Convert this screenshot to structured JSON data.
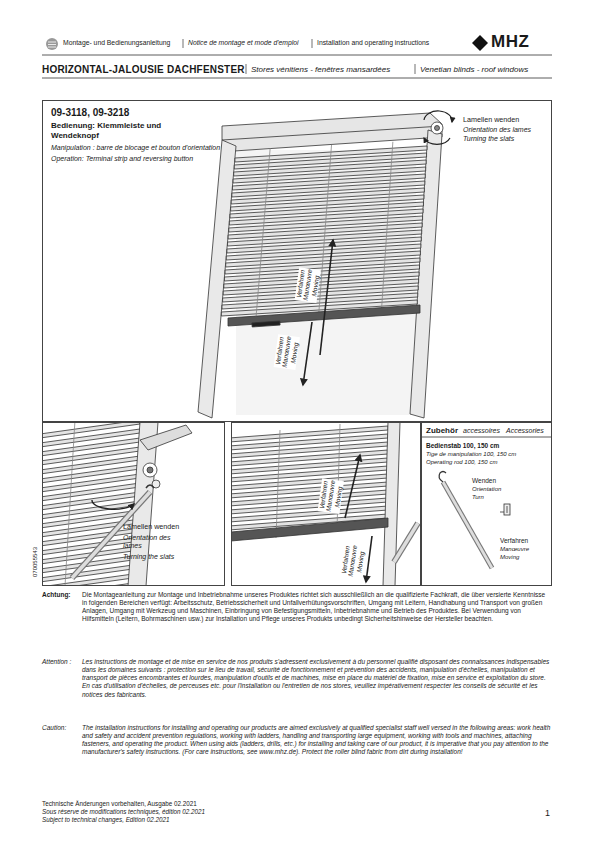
{
  "diagram": {
    "title": "HORIZONTAL-JALOUSIE DACHFENSTER",
    "nodes": [
      {
        "text": [
          "09-3118, 09-3218",
          "Bedienung: Klemmleiste und Wendeknopf",
          "Manipulation : barre de blocage et bouton d'orientation",
          "Operation: Terminal strip and reversing button"
        ]
      },
      {
        "text": [
          "Lamellen wenden",
          "Orientation des lames",
          "Turning the slats"
        ]
      },
      {
        "text": [
          "Verfahren Manœuvre Moving",
          "Verfahren Manœuvre Moving"
        ]
      },
      {
        "text": [
          "Zubehör",
          "accessoires",
          "Accessories",
          "Bedienstab 100, 150 cm",
          "Tige de manipulation 100, 150 cm",
          "Operating rod 100, 150 cm",
          "Wenden",
          "Orientation",
          "Turn",
          "Verfahren",
          "Manœuvre",
          "Moving"
        ]
      }
    ],
    "labels": [
      "Montage- und Bedienungsanleitung",
      "Notice de montage et mode d'emploi",
      "Installation and operating instructions",
      "MHZ",
      "Stores vénitiens - fenêtres mansardées",
      "Venetian blinds - roof windows",
      "Lamellen wenden",
      "Orientation des lames",
      "Turning the slats",
      "Verfahren Manœuvre Moving",
      "Verfahren Manœuvre Moving",
      "070055543",
      "Achtung:",
      "Die Montageanleitung zur Montage und Inbetriebnahme unseres Produktes richtet sich ausschließlich an die qualifizierte Fachkraft, die über versierte Kenntnisse in folgenden Bereichen verfügt: Arbeitsschutz, Betriebssicherheit und Unfallverhütungsvorschriften, Umgang mit Leitern, Handhabung und Transport von großen Anlagen, Umgang mit Werkzeug und Maschinen, Einbringung von Befestigungsmitteln, Inbetriebnahme und Betrieb des Produktes. Bei Verwendung von Hilfsmitteln (Leitern, Bohrmaschinen usw.) zur Installation und Pflege unseres Produkts unbedingt Sicherheitshinweise der Hersteller beachten.",
      "Attention :",
      "Les instructions de montage et de mise en service de nos produits s'adressent exclusivement à du personnel qualifié disposant des connaissances indispensables dans les domaines suivants : protection sur le lieu de travail, sécurité de fonctionnement et prévention des accidents, manipulation d'échelles, manipulation et transport de pièces encombrantes et lourdes, manipulation d'outils et de machines, mise en place du matériel de fixation, mise en service et exploitation du store. En cas d'utilisation d'échelles, de perceuses etc. pour l'installation ou l'entretien de nos stores, veuillez impérativement respecter les conseils de sécurité et les notices des fabricants.",
      "Caution:",
      "The installation instructions for installing and operating our products are aimed exclusively at qualified specialist staff well versed in the following areas: work health and safety and accident prevention regulations, working with ladders, handling and transporting large equipment, working with tools and machines, attaching fasteners, and operating the product. When using aids (ladders, drills, etc.) for installing and taking care of our product, it is imperative that you pay attention to the manufacturer's safety instructions. (For care instructions, see www.mhz.de). Protect the roller blind fabric from dirt during installation!",
      "Technische Änderungen vorbehalten, Ausgabe 02.2021",
      "Sous réserve de modifications techniques, édition 02.2021",
      "Subject to technical changes, Edition 02.2021",
      "1"
    ]
  }
}
